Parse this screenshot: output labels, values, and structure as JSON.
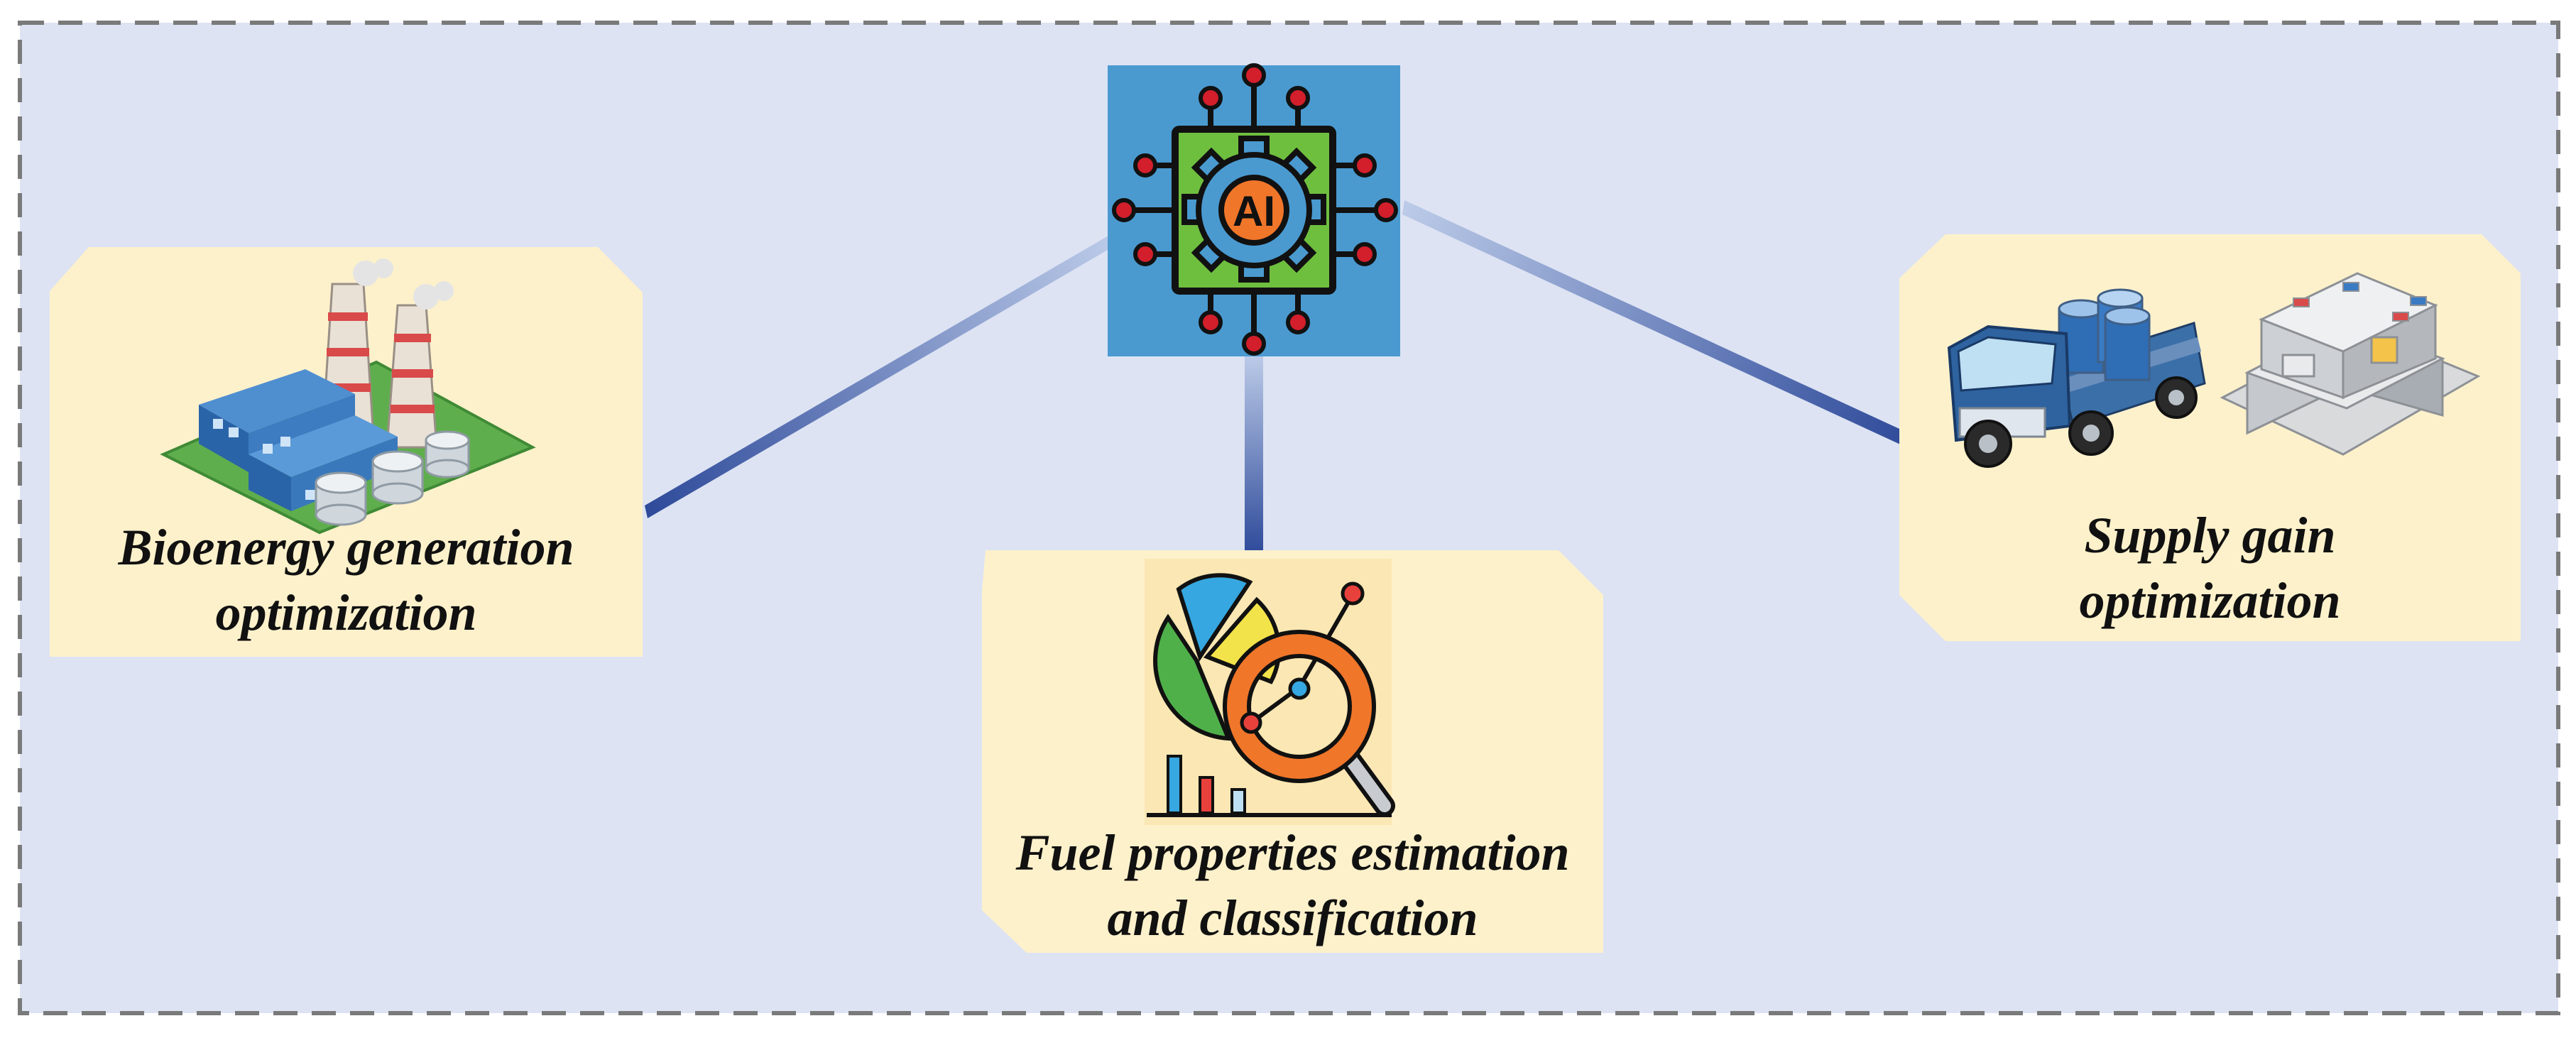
{
  "diagram": {
    "hub": {
      "chip_text": "AI",
      "icon": "ai-chip-gear-icon"
    },
    "nodes": [
      {
        "id": "bioenergy",
        "icon": "factory-icon",
        "lines": [
          "Bioenergy generation",
          "optimization"
        ]
      },
      {
        "id": "fuel",
        "icon": "data-analysis-magnifier-icon",
        "lines": [
          "Fuel properties estimation",
          "and classification"
        ]
      },
      {
        "id": "supply",
        "icon": "truck-and-container-icon",
        "lines": [
          "Supply gain",
          "optimization"
        ]
      }
    ]
  },
  "colors": {
    "background": "#dde3f3",
    "border": "#7a7a7a",
    "node_fill": "#fdf1cb",
    "connector": "#3a55a0",
    "hub_fill": "#4a9ad0"
  }
}
